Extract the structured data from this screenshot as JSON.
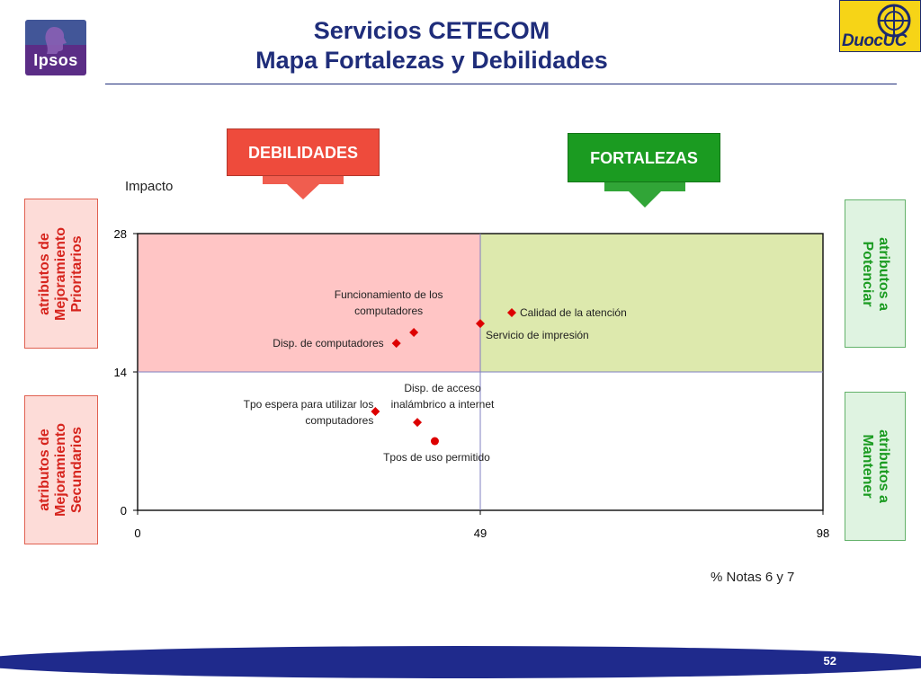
{
  "header": {
    "title_line1": "Servicios CETECOM",
    "title_line2": "Mapa Fortalezas y Debilidades",
    "logo_left_text": "Ipsos",
    "logo_right_text": "DuocUC"
  },
  "callouts": {
    "debilidades": "DEBILIDADES",
    "fortalezas": "FORTALEZAS"
  },
  "side_labels": {
    "top_left": [
      "atributos de",
      "Mejoramiento",
      "Prioritarios"
    ],
    "bottom_left": [
      "atributos de",
      "Mejoramiento",
      "Secundarios"
    ],
    "top_right": [
      "atributos a",
      "Potenciar"
    ],
    "bottom_right": [
      "atributos a",
      "Mantener"
    ]
  },
  "colors": {
    "title": "#1f2d7a",
    "weak_quadrant": "#ffc5c5",
    "strong_quadrant": "#dde9ad",
    "marker": "#dd0000",
    "debilidades": "#ee4b3c",
    "fortalezas": "#1b9b21",
    "footer": "#1f2a8c"
  },
  "chart_data": {
    "type": "scatter",
    "xlabel": "% Notas 6 y 7",
    "ylabel": "Impacto",
    "xlim": [
      0,
      98
    ],
    "ylim": [
      0,
      28
    ],
    "xticks": [
      "0",
      "49",
      "98"
    ],
    "yticks": [
      "0",
      "14",
      "28"
    ],
    "divider_x": 49,
    "divider_y": 14,
    "points": [
      {
        "label": "Calidad de la atención",
        "x": 53.5,
        "y": 20.0,
        "marker": "diamond",
        "label_side": "right"
      },
      {
        "label": "Servicio de impresión",
        "x": 49.0,
        "y": 18.9,
        "marker": "diamond",
        "label_side": "below-right"
      },
      {
        "label": "Funcionamiento de los computadores",
        "x": 39.5,
        "y": 18.0,
        "marker": "diamond",
        "label_side": "above-left"
      },
      {
        "label": "Disp. de computadores",
        "x": 37.0,
        "y": 16.9,
        "marker": "diamond",
        "label_side": "left"
      },
      {
        "label": "Tpo espera para utilizar los computadores",
        "x": 34.0,
        "y": 10.0,
        "marker": "diamond",
        "label_side": "left"
      },
      {
        "label": "Disp. de acceso inalámbrico a internet",
        "x": 40.0,
        "y": 8.9,
        "marker": "diamond",
        "label_side": "above"
      },
      {
        "label": "Tpos de uso permitido",
        "x": 42.5,
        "y": 7.0,
        "marker": "circle",
        "label_side": "below"
      }
    ]
  },
  "footer": {
    "page_number": "52"
  }
}
